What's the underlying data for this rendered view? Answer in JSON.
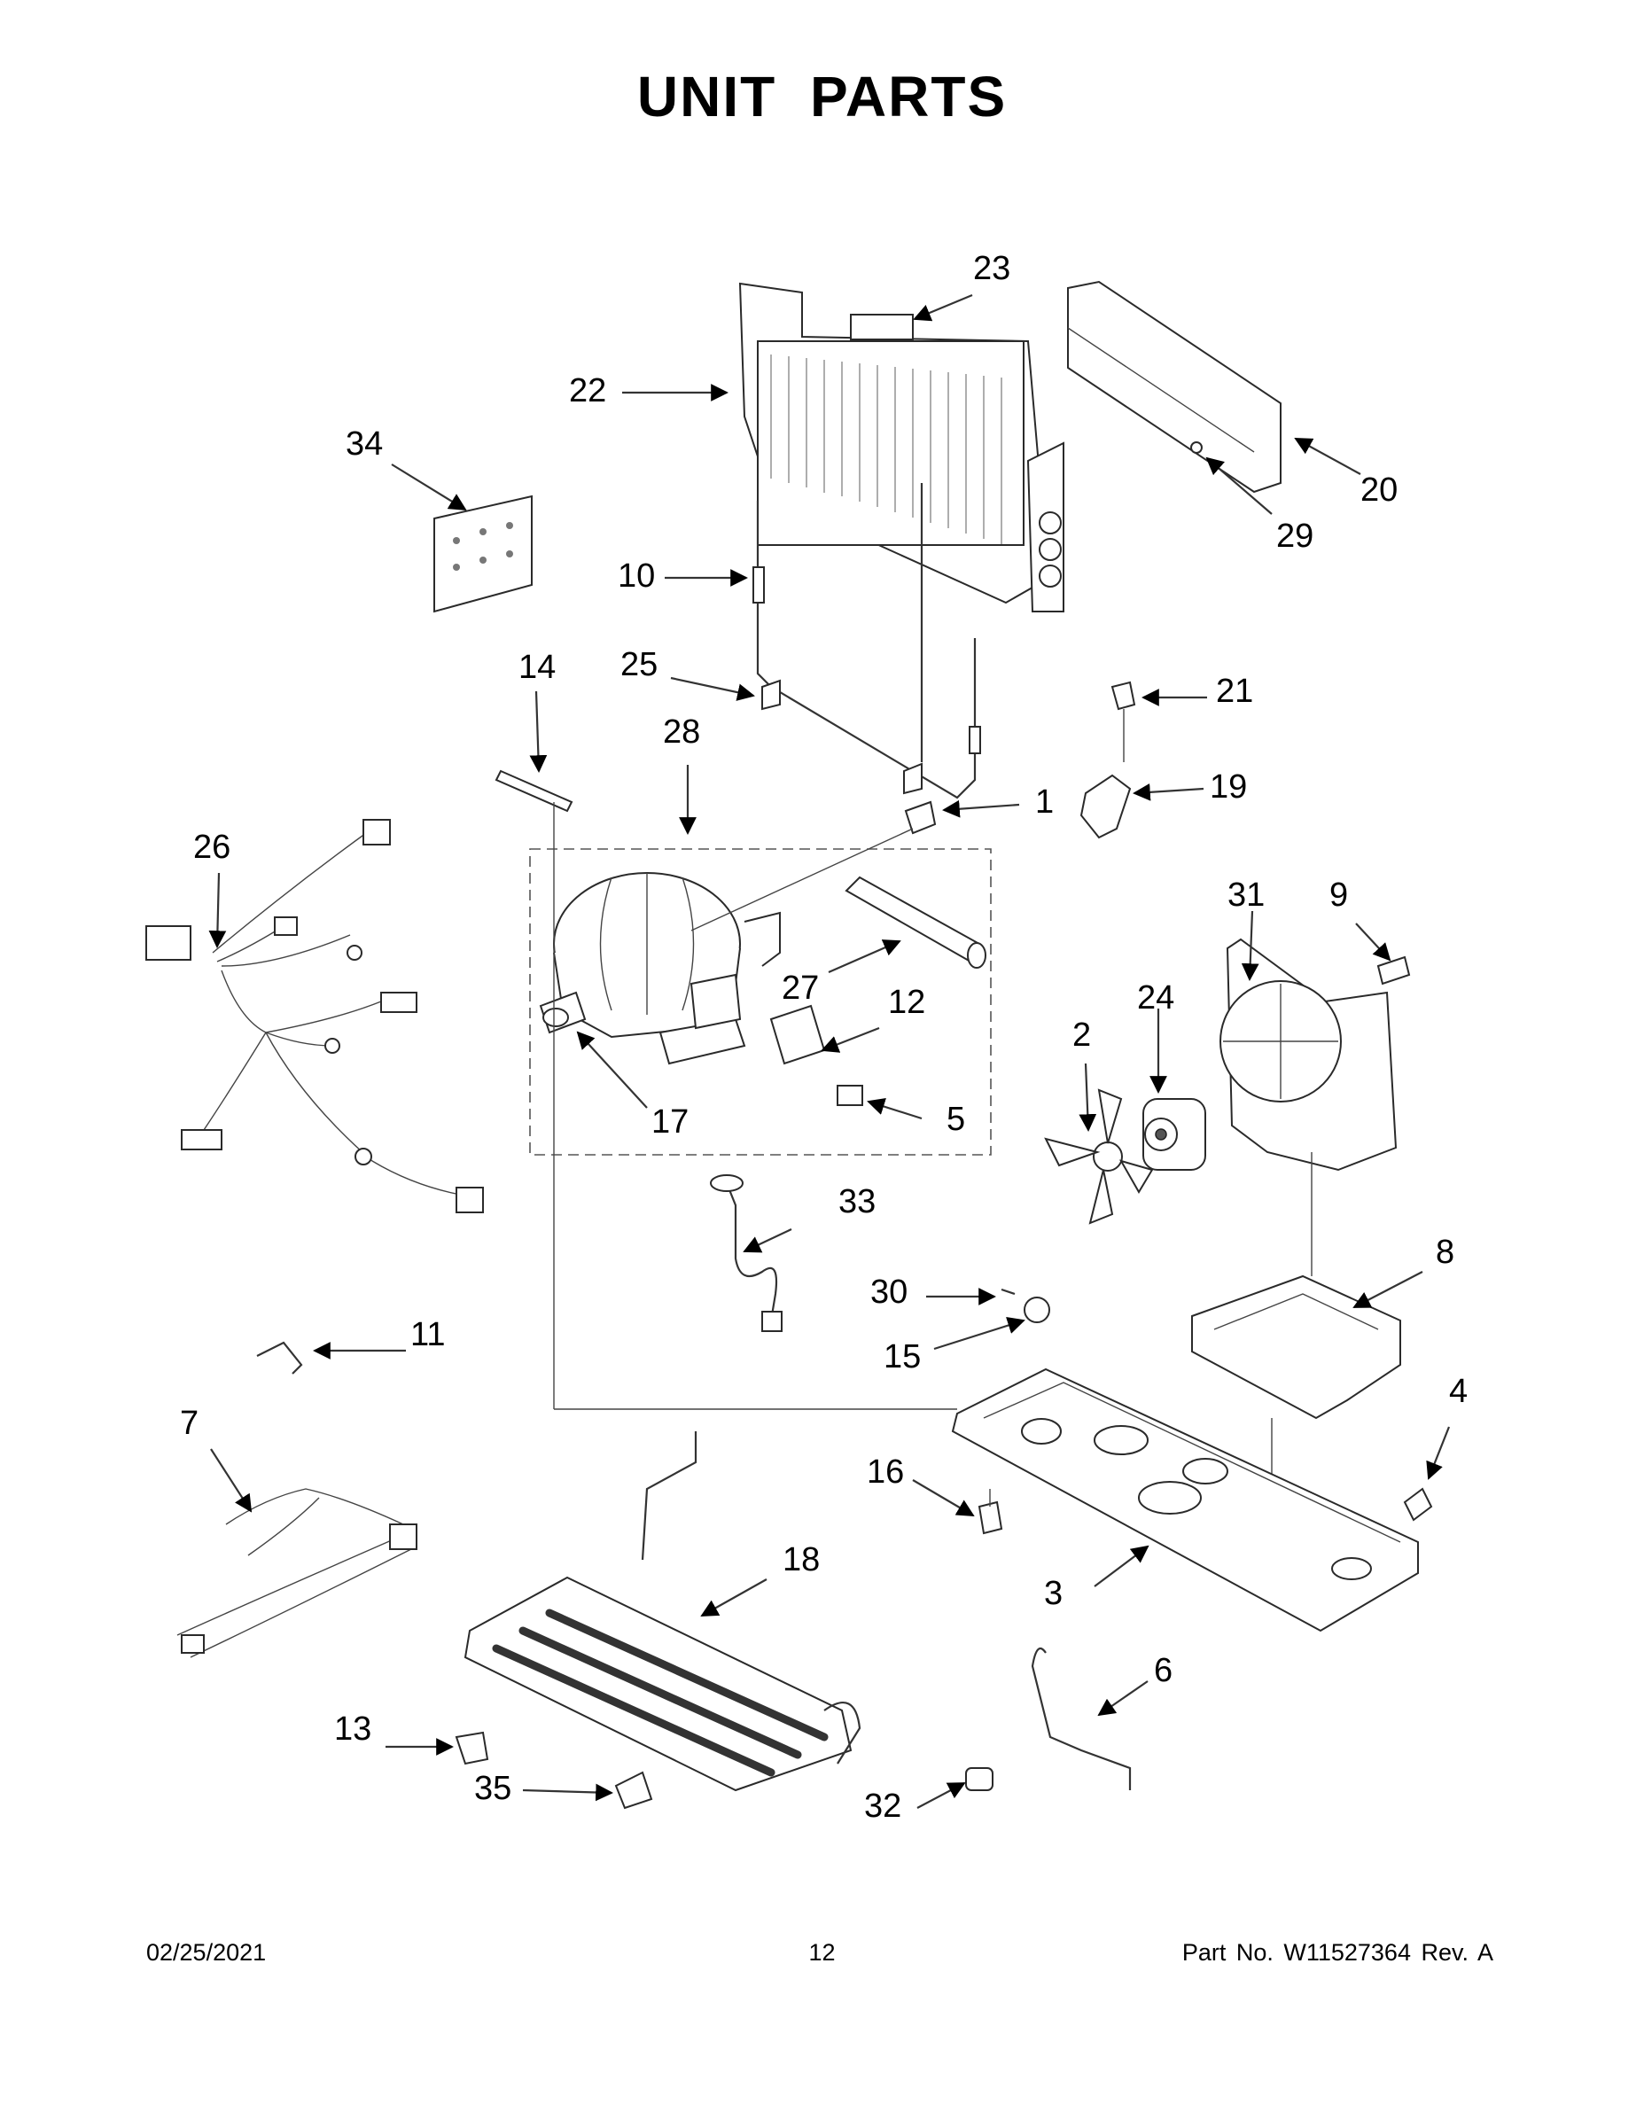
{
  "title": "UNIT  PARTS",
  "footer": {
    "date": "02/25/2021",
    "page": "12",
    "part_no": "Part No.  W11527364  Rev.  A"
  },
  "callouts": [
    "1",
    "2",
    "3",
    "4",
    "5",
    "6",
    "7",
    "8",
    "9",
    "10",
    "11",
    "12",
    "13",
    "14",
    "15",
    "16",
    "17",
    "18",
    "19",
    "20",
    "21",
    "22",
    "23",
    "24",
    "25",
    "26",
    "27",
    "28",
    "29",
    "30",
    "31",
    "32",
    "33",
    "34",
    "35"
  ]
}
